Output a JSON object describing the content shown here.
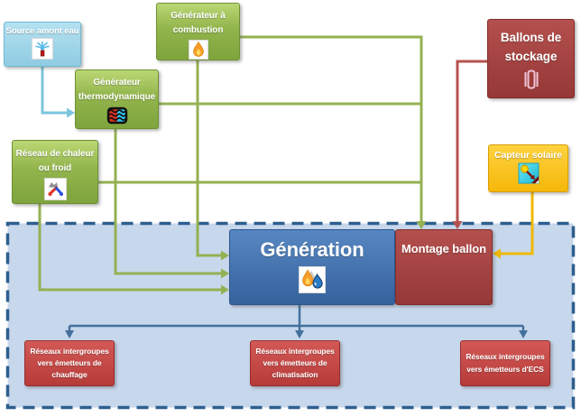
{
  "diagram": {
    "nodes": {
      "source_amont_eau": {
        "label": "Source amont eau",
        "icon": "water-spray-icon"
      },
      "generateur_combustion": {
        "label": "Générateur à combustion",
        "icon": "flame-icon"
      },
      "generateur_thermodynamique": {
        "label": "Générateur thermodynamique",
        "icon": "compressor-coil-icon"
      },
      "reseau_chaleur": {
        "label": "Réseau de chaleur ou froid",
        "icon": "heat-cold-pipes-icon"
      },
      "ballons_stockage": {
        "label": "Ballons de stockage",
        "icon": "storage-tank-icon"
      },
      "capteur_solaire": {
        "label": "Capteur solaire",
        "icon": "solar-collector-icon"
      },
      "generation": {
        "label": "Génération",
        "icon": "flame-and-drop-icon"
      },
      "montage_ballon": {
        "label": "Montage ballon"
      },
      "reseaux_chauffage": {
        "label": "Réseaux intergroupes vers émetteurs de chauffage"
      },
      "reseaux_climatisation": {
        "label": "Réseaux intergroupes vers émetteurs de climatisation"
      },
      "reseaux_ecs": {
        "label": "Réseaux intergroupes vers émetteurs d'ECS"
      }
    },
    "colors": {
      "green_box": "#84a93e",
      "light_blue_box": "#9ed4e9",
      "dark_red_box": "#9e3a38",
      "bright_red_box": "#c0504d",
      "blue_box": "#3a699f",
      "yellow_box": "#f6b70a",
      "green_connector": "#94b152",
      "cyan_connector": "#7cc5de",
      "red_connector": "#b5524f",
      "yellow_connector": "#efb800",
      "blue_connector": "#44709e",
      "dashed_region_fill": "#c7d7ec",
      "dashed_region_border": "#2d5f8e"
    }
  }
}
